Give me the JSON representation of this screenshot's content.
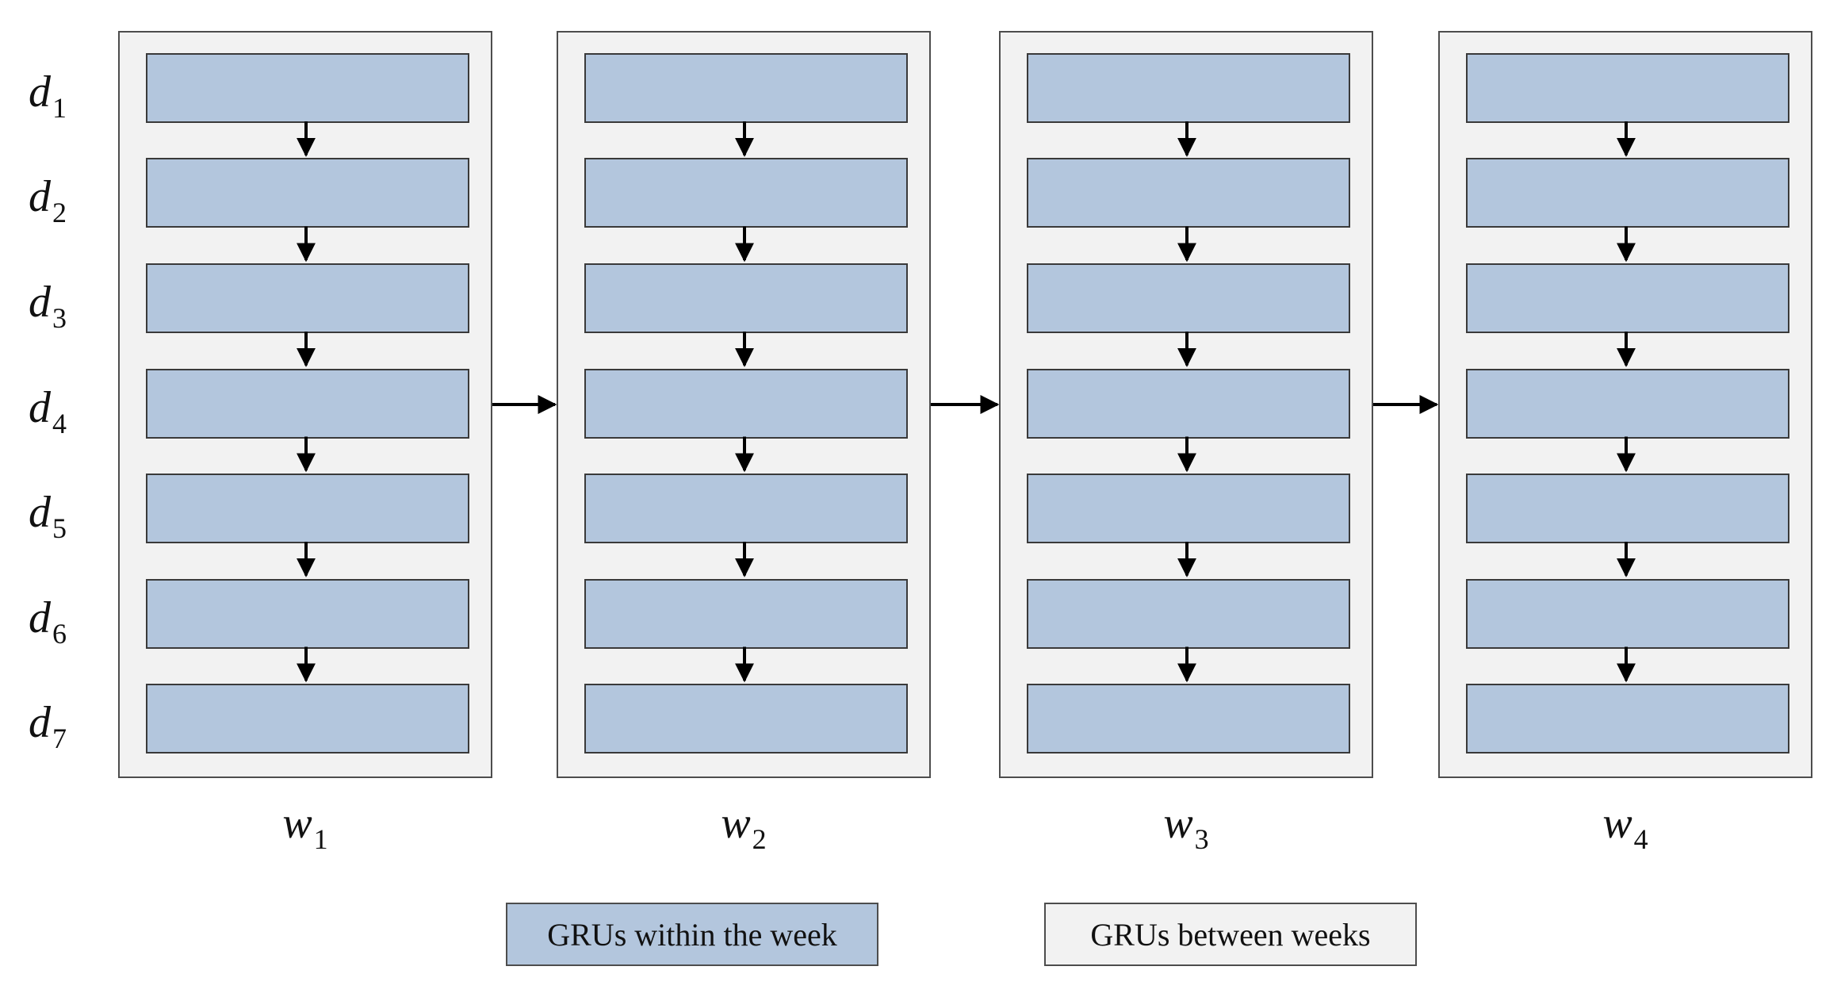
{
  "rows": [
    {
      "name": "d",
      "sub": "1"
    },
    {
      "name": "d",
      "sub": "2"
    },
    {
      "name": "d",
      "sub": "3"
    },
    {
      "name": "d",
      "sub": "4"
    },
    {
      "name": "d",
      "sub": "5"
    },
    {
      "name": "d",
      "sub": "6"
    },
    {
      "name": "d",
      "sub": "7"
    }
  ],
  "weeks": [
    {
      "name": "w",
      "sub": "1"
    },
    {
      "name": "w",
      "sub": "2"
    },
    {
      "name": "w",
      "sub": "3"
    },
    {
      "name": "w",
      "sub": "4"
    }
  ],
  "legend": {
    "within": "GRUs within the week",
    "between": "GRUs between weeks"
  },
  "colors": {
    "gru_fill": "#b3c6dd",
    "week_fill": "#f2f2f2",
    "arrow": "#000000"
  }
}
